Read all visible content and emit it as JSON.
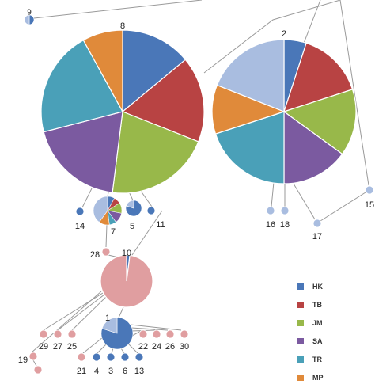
{
  "colors": {
    "HK": "#4a77b8",
    "TB": "#b84343",
    "JM": "#98b84a",
    "SA": "#7b5aa0",
    "TR": "#4aa0b8",
    "MP": "#e08a3a",
    "light_blue": "#a9bde0",
    "pink": "#e09ea0",
    "edge": "#9a9a9a"
  },
  "legend": [
    {
      "code": "HK",
      "label": "HK"
    },
    {
      "code": "TB",
      "label": "TB"
    },
    {
      "code": "JM",
      "label": "JM"
    },
    {
      "code": "SA",
      "label": "SA"
    },
    {
      "code": "TR",
      "label": "TR"
    },
    {
      "code": "MP",
      "label": "MP"
    }
  ],
  "haplotypes": [
    {
      "id": "8",
      "label": "8",
      "composition": [
        {
          "group": "HK",
          "share": 0.14
        },
        {
          "group": "TB",
          "share": 0.17
        },
        {
          "group": "JM",
          "share": 0.21
        },
        {
          "group": "SA",
          "share": 0.19
        },
        {
          "group": "TR",
          "share": 0.21
        },
        {
          "group": "MP",
          "share": 0.08
        }
      ]
    },
    {
      "id": "2",
      "label": "2",
      "composition": [
        {
          "group": "HK",
          "share": 0.05
        },
        {
          "group": "TB",
          "share": 0.15
        },
        {
          "group": "JM",
          "share": 0.15
        },
        {
          "group": "SA",
          "share": 0.15
        },
        {
          "group": "TR",
          "share": 0.2
        },
        {
          "group": "MP",
          "share": 0.11
        },
        {
          "group": "light_blue",
          "share": 0.19
        }
      ]
    },
    {
      "id": "7",
      "label": "7",
      "composition": [
        {
          "group": "HK",
          "share": 0.08
        },
        {
          "group": "TB",
          "share": 0.08
        },
        {
          "group": "JM",
          "share": 0.12
        },
        {
          "group": "SA",
          "share": 0.12
        },
        {
          "group": "TR",
          "share": 0.08
        },
        {
          "group": "MP",
          "share": 0.12
        },
        {
          "group": "light_blue",
          "share": 0.4
        }
      ]
    },
    {
      "id": "10",
      "label": "10",
      "composition": [
        {
          "group": "HK",
          "share": 0.02
        },
        {
          "group": "pink",
          "share": 0.98
        }
      ]
    },
    {
      "id": "1",
      "label": "1",
      "composition": [
        {
          "group": "HK",
          "share": 0.8
        },
        {
          "group": "light_blue",
          "share": 0.2
        }
      ]
    },
    {
      "id": "5",
      "label": "5",
      "composition": [
        {
          "group": "HK",
          "share": 0.8
        },
        {
          "group": "light_blue",
          "share": 0.2
        }
      ]
    },
    {
      "id": "9",
      "label": "9",
      "composition": [
        {
          "group": "HK",
          "share": 0.5
        },
        {
          "group": "light_blue",
          "share": 0.5
        }
      ]
    },
    {
      "id": "14",
      "label": "14",
      "composition": [
        {
          "group": "HK",
          "share": 1
        }
      ]
    },
    {
      "id": "11",
      "label": "11",
      "composition": [
        {
          "group": "HK",
          "share": 1
        }
      ]
    },
    {
      "id": "3",
      "label": "3",
      "composition": [
        {
          "group": "HK",
          "share": 1
        }
      ]
    },
    {
      "id": "4",
      "label": "4",
      "composition": [
        {
          "group": "HK",
          "share": 1
        }
      ]
    },
    {
      "id": "6",
      "label": "6",
      "composition": [
        {
          "group": "HK",
          "share": 1
        }
      ]
    },
    {
      "id": "13",
      "label": "13",
      "composition": [
        {
          "group": "HK",
          "share": 1
        }
      ]
    },
    {
      "id": "16",
      "label": "16",
      "composition": [
        {
          "group": "light_blue",
          "share": 1
        }
      ]
    },
    {
      "id": "18",
      "label": "18",
      "composition": [
        {
          "group": "light_blue",
          "share": 1
        }
      ]
    },
    {
      "id": "17",
      "label": "17",
      "composition": [
        {
          "group": "light_blue",
          "share": 1
        }
      ]
    },
    {
      "id": "15",
      "label": "15",
      "composition": [
        {
          "group": "light_blue",
          "share": 1
        }
      ]
    },
    {
      "id": "28",
      "label": "28",
      "composition": [
        {
          "group": "pink",
          "share": 1
        }
      ]
    },
    {
      "id": "29",
      "label": "29",
      "composition": [
        {
          "group": "pink",
          "share": 1
        }
      ]
    },
    {
      "id": "27",
      "label": "27",
      "composition": [
        {
          "group": "pink",
          "share": 1
        }
      ]
    },
    {
      "id": "25",
      "label": "25",
      "composition": [
        {
          "group": "pink",
          "share": 1
        }
      ]
    },
    {
      "id": "22",
      "label": "22",
      "composition": [
        {
          "group": "pink",
          "share": 1
        }
      ]
    },
    {
      "id": "24",
      "label": "24",
      "composition": [
        {
          "group": "pink",
          "share": 1
        }
      ]
    },
    {
      "id": "26",
      "label": "26",
      "composition": [
        {
          "group": "pink",
          "share": 1
        }
      ]
    },
    {
      "id": "30",
      "label": "30",
      "composition": [
        {
          "group": "pink",
          "share": 1
        }
      ]
    },
    {
      "id": "19",
      "label": "19",
      "composition": [
        {
          "group": "pink",
          "share": 1
        }
      ]
    },
    {
      "id": "21",
      "label": "21",
      "composition": [
        {
          "group": "pink",
          "share": 1
        }
      ]
    },
    {
      "id": "20",
      "label": "",
      "composition": [
        {
          "group": "pink",
          "share": 1
        }
      ]
    }
  ],
  "edges": [
    [
      "9",
      "top"
    ],
    [
      "8",
      "top"
    ],
    [
      "2",
      "top"
    ],
    [
      "15",
      "top"
    ],
    [
      "14",
      "8"
    ],
    [
      "7",
      "8"
    ],
    [
      "5",
      "8"
    ],
    [
      "11",
      "8"
    ],
    [
      "16",
      "2"
    ],
    [
      "18",
      "2"
    ],
    [
      "17",
      "2"
    ],
    [
      "17",
      "15"
    ],
    [
      "28",
      "7"
    ],
    [
      "10",
      "28"
    ],
    [
      "10",
      "11"
    ],
    [
      "29",
      "10"
    ],
    [
      "27",
      "10"
    ],
    [
      "25",
      "10"
    ],
    [
      "19",
      "10"
    ],
    [
      "20",
      "19"
    ],
    [
      "1",
      "10"
    ],
    [
      "21",
      "1"
    ],
    [
      "4",
      "1"
    ],
    [
      "3",
      "1"
    ],
    [
      "6",
      "1"
    ],
    [
      "13",
      "1"
    ],
    [
      "22",
      "1"
    ],
    [
      "24",
      "1"
    ],
    [
      "26",
      "1"
    ],
    [
      "30",
      "1"
    ]
  ]
}
